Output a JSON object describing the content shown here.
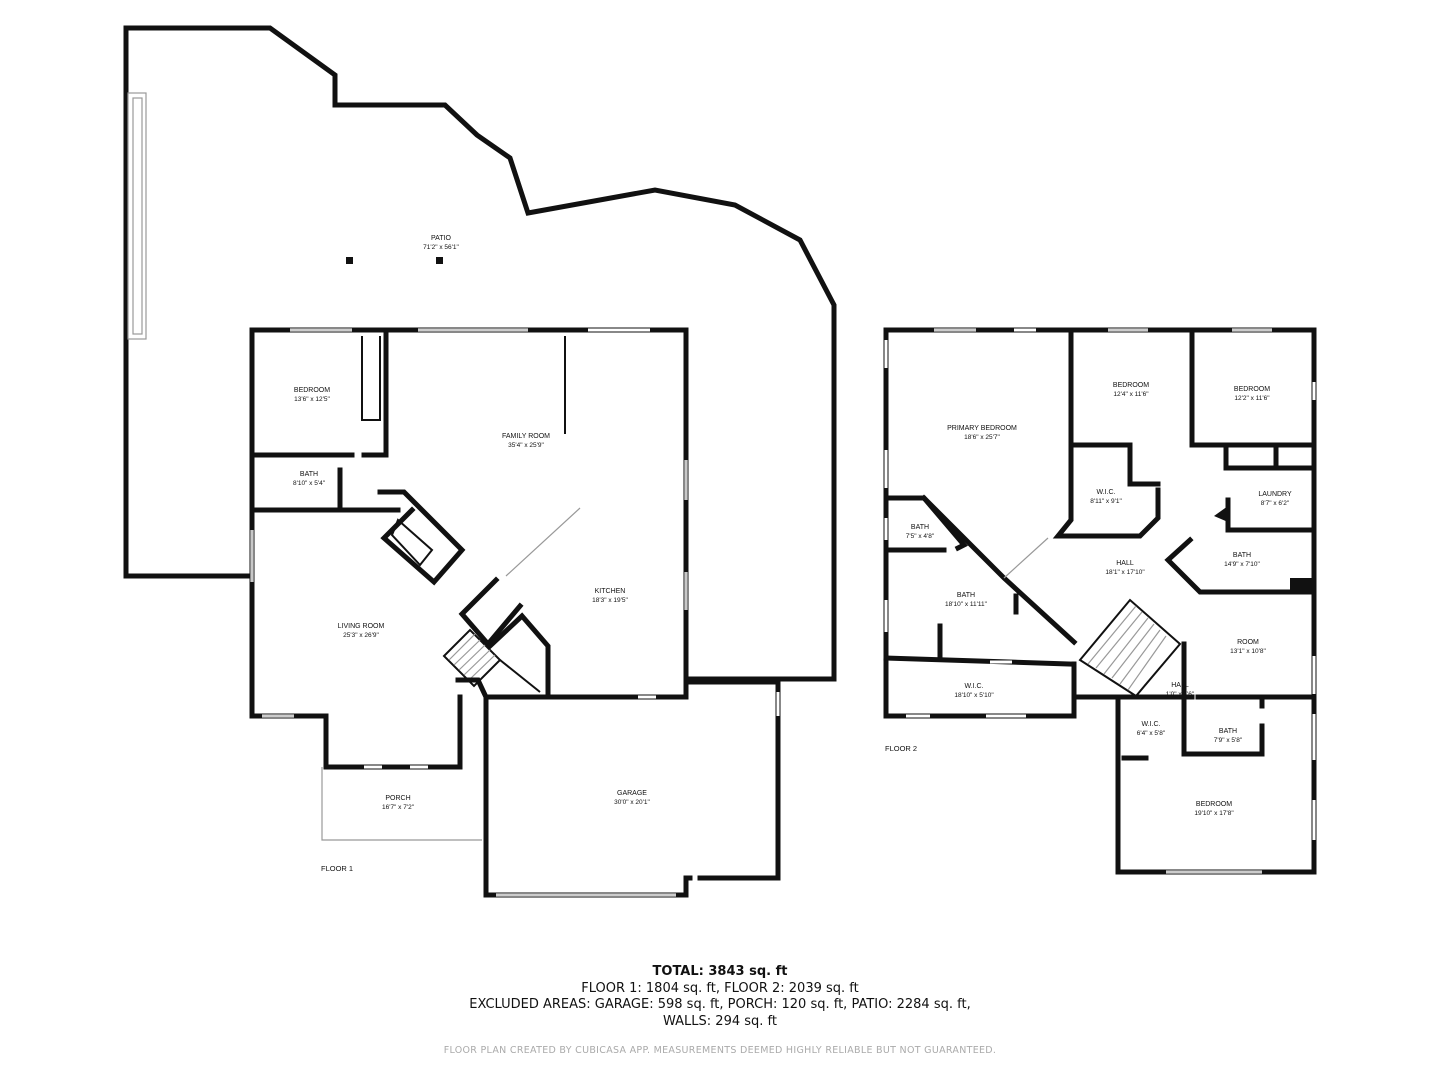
{
  "rooms": {
    "patio": {
      "name": "PATIO",
      "dim": "71'2\" x 56'1\""
    },
    "bedroom1": {
      "name": "BEDROOM",
      "dim": "13'6\" x 12'5\""
    },
    "family_room": {
      "name": "FAMILY ROOM",
      "dim": "35'4\" x 25'9\""
    },
    "bath1": {
      "name": "BATH",
      "dim": "8'10\" x 5'4\""
    },
    "living_room": {
      "name": "LIVING ROOM",
      "dim": "25'3\" x 26'9\""
    },
    "kitchen": {
      "name": "KITCHEN",
      "dim": "18'3\" x 19'5\""
    },
    "porch": {
      "name": "PORCH",
      "dim": "16'7\" x 7'2\""
    },
    "garage": {
      "name": "GARAGE",
      "dim": "30'0\" x 20'1\""
    },
    "primary_bedroom": {
      "name": "PRIMARY BEDROOM",
      "dim": "18'6\" x 25'7\""
    },
    "bedroom2": {
      "name": "BEDROOM",
      "dim": "12'4\" x 11'6\""
    },
    "bedroom3": {
      "name": "BEDROOM",
      "dim": "12'2\" x 11'6\""
    },
    "wic1": {
      "name": "W.I.C.",
      "dim": "8'11\" x 9'1\""
    },
    "laundry": {
      "name": "LAUNDRY",
      "dim": "8'7\" x 6'2\""
    },
    "bath2": {
      "name": "BATH",
      "dim": "7'5\" x 4'8\""
    },
    "hall": {
      "name": "HALL",
      "dim": "18'1\" x 17'10\""
    },
    "bath3": {
      "name": "BATH",
      "dim": "14'9\" x 7'10\""
    },
    "bath4": {
      "name": "BATH",
      "dim": "18'10\" x 11'11\""
    },
    "room": {
      "name": "ROOM",
      "dim": "13'1\" x 10'8\""
    },
    "wic2": {
      "name": "W.I.C.",
      "dim": "18'10\" x 5'10\""
    },
    "hall2": {
      "name": "HALL",
      "dim": "1'0\" x 7'6\""
    },
    "wic3": {
      "name": "W.I.C.",
      "dim": "6'4\" x 5'8\""
    },
    "bath5": {
      "name": "BATH",
      "dim": "7'9\" x 5'8\""
    },
    "bedroom4": {
      "name": "BEDROOM",
      "dim": "19'10\" x 17'8\""
    }
  },
  "floors": {
    "floor1": "FLOOR 1",
    "floor2": "FLOOR 2"
  },
  "summary": {
    "total": "TOTAL: 3843 sq. ft",
    "line1": "FLOOR 1: 1804 sq. ft, FLOOR 2: 2039 sq. ft",
    "line2": "EXCLUDED AREAS: GARAGE: 598 sq. ft, PORCH: 120 sq. ft, PATIO: 2284 sq. ft,",
    "line3": "WALLS: 294 sq. ft"
  },
  "credit": "FLOOR PLAN CREATED BY CUBICASA APP. MEASUREMENTS DEEMED HIGHLY RELIABLE BUT NOT GUARANTEED."
}
